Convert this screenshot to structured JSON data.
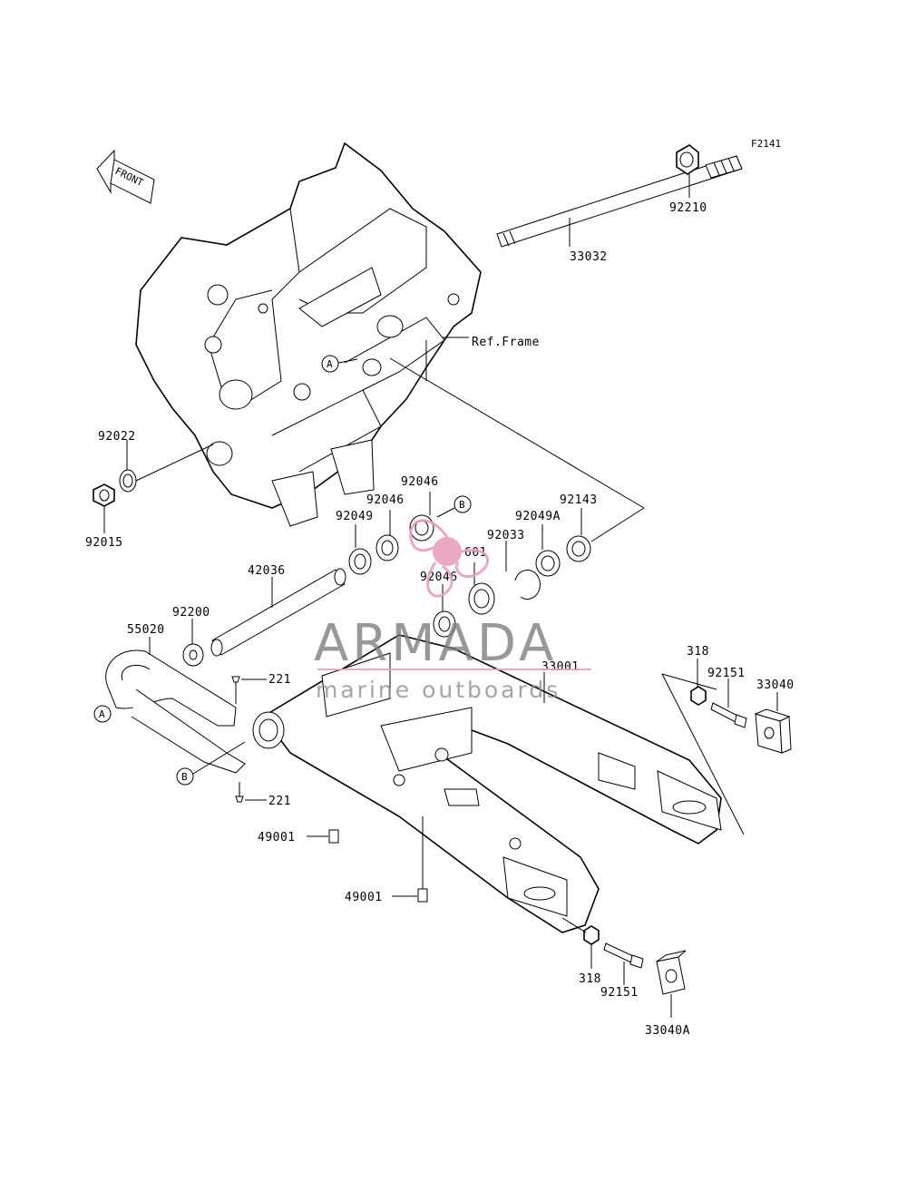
{
  "diagram": {
    "code": "F2141",
    "front_arrow_label": "FRONT",
    "ref_frame_label": "Ref.Frame",
    "watermark": {
      "title": "ARMADA",
      "subtitle": "marine outboards",
      "accent_color": "#e8a0bd"
    },
    "callouts": {
      "a": "A",
      "b": "B"
    },
    "part_numbers": {
      "p92210": "92210",
      "p33032": "33032",
      "p92022": "92022",
      "p92015": "92015",
      "p92046_a": "92046",
      "p92046_b": "92046",
      "p92046_c": "92046",
      "p92049": "92049",
      "p92033": "92033",
      "p92049A": "92049A",
      "p92143": "92143",
      "p601": "601",
      "p42036": "42036",
      "p92200": "92200",
      "p55020": "55020",
      "p221_a": "221",
      "p221_b": "221",
      "p33001": "33001",
      "p318_a": "318",
      "p92151_a": "92151",
      "p33040": "33040",
      "p49001_a": "49001",
      "p49001_b": "49001",
      "p318_b": "318",
      "p92151_b": "92151",
      "p33040A": "33040A"
    }
  }
}
